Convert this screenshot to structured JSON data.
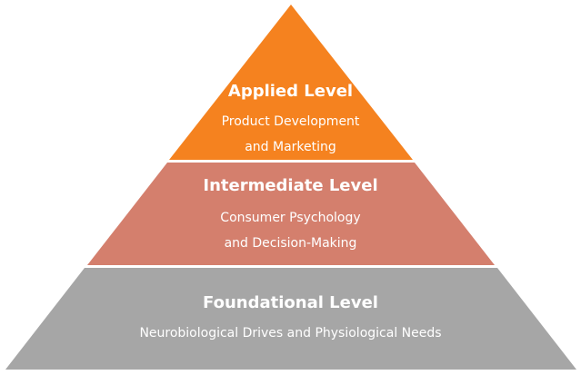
{
  "colors": {
    "applied": "#F5821F",
    "intermediate": "#D47F6D",
    "foundational": "#A6A6A6",
    "text": "#FFFFFF"
  },
  "levels": [
    {
      "title": "Applied Level",
      "line1": "Product Development",
      "line2": "and Marketing"
    },
    {
      "title": "Intermediate Level",
      "line1": "Consumer Psychology",
      "line2": "and Decision-Making"
    },
    {
      "title": "Foundational Level",
      "line1": "Neurobiological Drives and Physiological Needs"
    }
  ]
}
